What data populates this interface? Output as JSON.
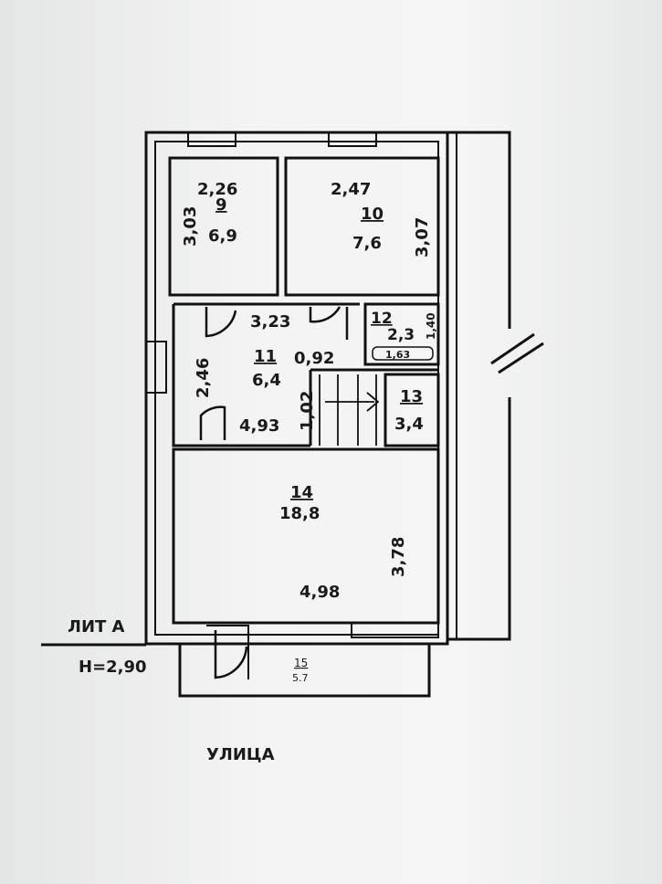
{
  "rooms": [
    {
      "number": "9",
      "area": "6,9",
      "width": "2,26",
      "length": "3,03"
    },
    {
      "number": "10",
      "area": "7,6",
      "width": "2,47",
      "length": "3,07"
    },
    {
      "number": "11",
      "area": "6,4",
      "dims": [
        "3,23",
        "0,92",
        "2,46",
        "4,93",
        "1,02"
      ]
    },
    {
      "number": "12",
      "area": "2,3",
      "dims": [
        "1,40",
        "1,63"
      ]
    },
    {
      "number": "13",
      "area": "3,4"
    },
    {
      "number": "14",
      "area": "18,8",
      "width": "4,98",
      "length": "3,78"
    },
    {
      "number": "15",
      "area": "5.7"
    }
  ],
  "labels": {
    "lit": "ЛИТ А",
    "height": "Н=2,90",
    "street": "УЛИЦА"
  }
}
